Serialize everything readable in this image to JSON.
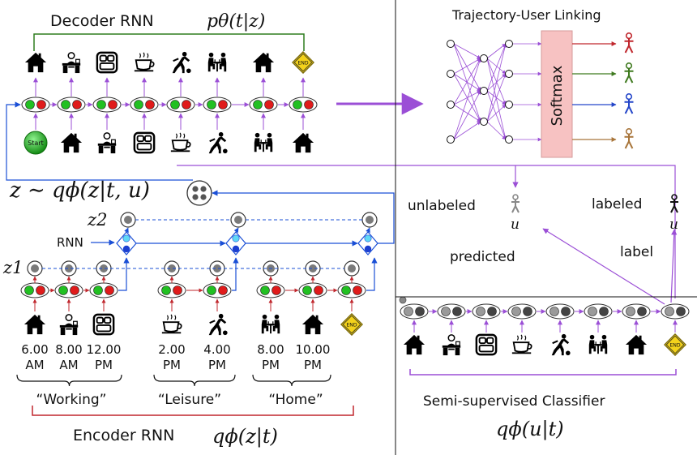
{
  "decoder": {
    "title": "Decoder RNN",
    "formula": "pθ(t|z)",
    "output_icons": [
      "house-icon",
      "office-desk-icon",
      "food-tray-icon",
      "coffee-cup-icon",
      "soccer-player-icon",
      "dining-couple-icon",
      "house-icon",
      "end-sign-icon"
    ],
    "input_icons": [
      "start-button-icon",
      "house-icon",
      "office-desk-icon",
      "food-tray-icon",
      "coffee-cup-icon",
      "soccer-player-icon",
      "dining-couple-icon",
      "house-icon"
    ],
    "start_label": "Start",
    "end_label": "END"
  },
  "latent": {
    "formula": "z ∼ qϕ(z|t, u)",
    "z2_label": "z2",
    "z1_label": "z1",
    "rnn_label": "RNN"
  },
  "encoder": {
    "title": "Encoder RNN",
    "formula": "qϕ(z|t)",
    "groups": [
      {
        "label": "“Working”",
        "times": [
          {
            "top": "6.00",
            "bottom": "AM",
            "icon": "house-icon"
          },
          {
            "top": "8.00",
            "bottom": "AM",
            "icon": "office-desk-icon"
          },
          {
            "top": "12.00",
            "bottom": "PM",
            "icon": "food-tray-icon"
          }
        ]
      },
      {
        "label": "“Leisure”",
        "times": [
          {
            "top": "2.00",
            "bottom": "PM",
            "icon": "coffee-cup-icon"
          },
          {
            "top": "4.00",
            "bottom": "PM",
            "icon": "soccer-player-icon"
          }
        ]
      },
      {
        "label": "“Home”",
        "times": [
          {
            "top": "8.00",
            "bottom": "PM",
            "icon": "dining-couple-icon"
          },
          {
            "top": "10.00",
            "bottom": "PM",
            "icon": "house-icon"
          },
          {
            "top": "",
            "bottom": "",
            "icon": "end-sign-icon"
          }
        ]
      }
    ]
  },
  "linking": {
    "title": "Trajectory-User Linking",
    "softmax_label": "Softmax",
    "user_colors": [
      "#c0272d",
      "#3f7a1f",
      "#2446c9",
      "#a8753a"
    ]
  },
  "classifier": {
    "title": "Semi-supervised Classifier",
    "formula": "qϕ(u|t)",
    "unlabeled_label": "unlabeled",
    "labeled_label": "labeled",
    "predicted_label": "predicted",
    "label_label": "label",
    "user_symbol": "u",
    "icons": [
      "house-icon",
      "office-desk-icon",
      "food-tray-icon",
      "coffee-cup-icon",
      "soccer-player-icon",
      "dining-couple-icon",
      "house-icon",
      "end-sign-icon"
    ]
  },
  "colors": {
    "arrow_purple": "#9b4fd6",
    "arrow_blue": "#1a4fd6",
    "bracket_red": "#c0272d",
    "bracket_green": "#2e7d1f",
    "node_green": "#22c022",
    "node_red": "#e01b1b",
    "softmax_fill": "#f7c2c2",
    "diamond_light": "#5fd8f5",
    "diamond_dark": "#1d3fd0"
  }
}
